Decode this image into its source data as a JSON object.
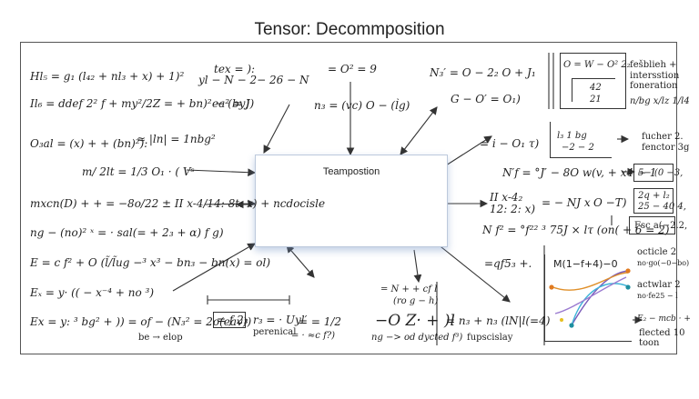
{
  "title": "Tensor:  Decommposition",
  "center_label": "Teampostion",
  "left": [
    "Hl₅ = g₁ (l₄₂ + nl₃ + x) + 1)²",
    "Il₆ = ddef 2² f + my²/2Z = + bn)² − (by)",
    "O₃al = (x) + + (bn)²):",
    "≈ |ln| = 1nbg²",
    "m/ 2lt = 1/3   O₁ · ( Vˢ",
    "mxcn(D) + + = −8o/22 ± II  x-4/14: 8t: x)  +  ncdocisle",
    "ng − (no)² ˣ = · sal(= + 2₃ + α) f g)",
    "E = c f² + O (l̃/l̃ug −³ x³ − bn₃ − bn(x) = ol)",
    "Eₓ = y· (( − x⁻⁴   + no ³)",
    "Ex = y: ³ bg² + )) = of − (N₃² = 2o(eav))"
  ],
  "top": [
    "tex = ):",
    "yl − N − 2− 26 − N",
    "ea² = J)",
    "= O² = 9",
    "n₃ = (vc)   O − (l̀g)",
    "N₃′ = O − 2₂ O + J₁",
    "G − O′ = O₁)"
  ],
  "right": [
    "O = W − O² 2₂",
    "42",
    "21",
    "fešblieh +",
    "intersstion",
    "foneration",
    "n/bg  x/lz   1/l4",
    "= i − O₁ τ)",
    "l₃  1  bg",
    "−2 − 2",
    "→",
    "fucher 2.",
    "fenctor 3g",
    "N′f = °J′ − 8O w(v, + x4 − 1",
    "→",
    "5− (0 −3,",
    "II  x-4₂",
    "12: 2: x)",
    "=  − NJ  x",
    "O −T)",
    "2q  + l₂",
    "25 − 40 4,",
    "N f² = °f²² ³ 75J × lτ (on( + 6 = 2)",
    "Fsc a(−2.2,"
  ],
  "bottom": [
    "= N + + cf l",
    "(ro g − h)",
    "−O Z· + )l",
    "ng −> od dycted f³)",
    "= n₃ + n₃ (lN|l(=4)",
    "fupscislay",
    "= f 2₃",
    "r₃ = · Uyl′",
    "perenical",
    "= = 1/2",
    "= · ≈c f?)",
    "be → elop",
    "=qf5₃ +.",
    "M(1−f+4)−0",
    "octicle 2",
    "no·go(−0−bo)",
    "actwlar 2",
    "no·fe25 − l",
    "E₂ − mcb · +",
    "flected 10",
    "toon"
  ],
  "colors": {
    "frame": "#555555",
    "center_shadow": "#9bb2d6",
    "curve_purple": "#7a5ab8",
    "curve_cyan": "#3fb4d8",
    "curve_orange": "#e0902a",
    "dot_orange": "#e07a20",
    "dot_teal": "#1e8fa0",
    "dot_yellow": "#e6c020"
  }
}
